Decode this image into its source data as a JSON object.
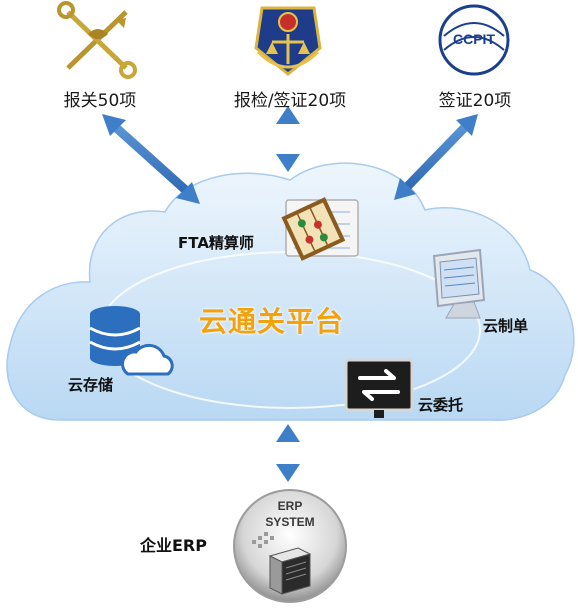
{
  "top_nodes": [
    {
      "label": "报关50项",
      "icon": "customs-emblem-icon"
    },
    {
      "label": "报检/签证20项",
      "icon": "inspection-emblem-icon"
    },
    {
      "label": "签证20项",
      "icon": "ccpit-logo-icon",
      "logo_text": "CCPIT"
    }
  ],
  "platform": {
    "title": "云通关平台"
  },
  "services": {
    "fta": "FTA精算师",
    "storage": "云存储",
    "docs": "云制单",
    "entrust": "云委托"
  },
  "erp": {
    "label": "企业ERP",
    "badge_line1": "ERP",
    "badge_line2": "SYSTEM"
  },
  "colors": {
    "arrow": "#3f7ec9",
    "cloud": "#cfe4f8",
    "title": "#f2a10f"
  }
}
